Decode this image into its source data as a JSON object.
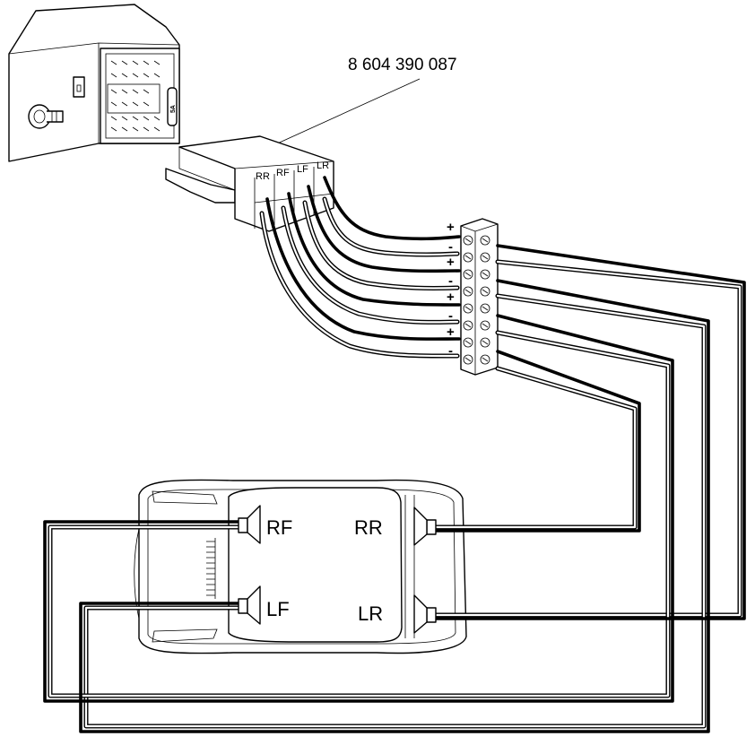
{
  "part_number": "8 604 390 087",
  "fuse_label": "5A",
  "connector_labels": [
    "RR",
    "RF",
    "LF",
    "LR"
  ],
  "terminal_signs": [
    "+",
    "-",
    "+",
    "-",
    "+",
    "-",
    "+",
    "-"
  ],
  "speakers": {
    "rf": "RF",
    "rr": "RR",
    "lf": "LF",
    "lr": "LR"
  }
}
